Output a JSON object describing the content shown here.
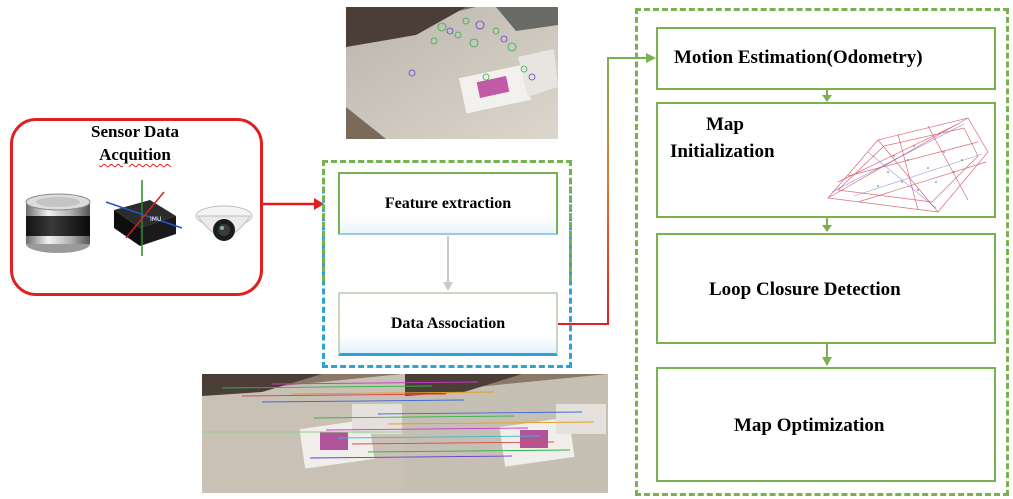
{
  "sensor": {
    "title_line1": "Sensor Data",
    "title_line2": "Acquition",
    "imu_label": "IMU"
  },
  "front_end": {
    "feature_extraction": "Feature extraction",
    "data_association": "Data Association"
  },
  "back_end": {
    "motion_estimation": "Motion Estimation(Odometry)",
    "map_init_line1": "Map",
    "map_init_line2": "Initialization",
    "loop_closure": "Loop Closure Detection",
    "map_optimization": "Map Optimization"
  },
  "colors": {
    "red": "#e02020",
    "green": "#78b150",
    "blue": "#29a3d8",
    "gray_arrow": "#c8c8c8"
  }
}
